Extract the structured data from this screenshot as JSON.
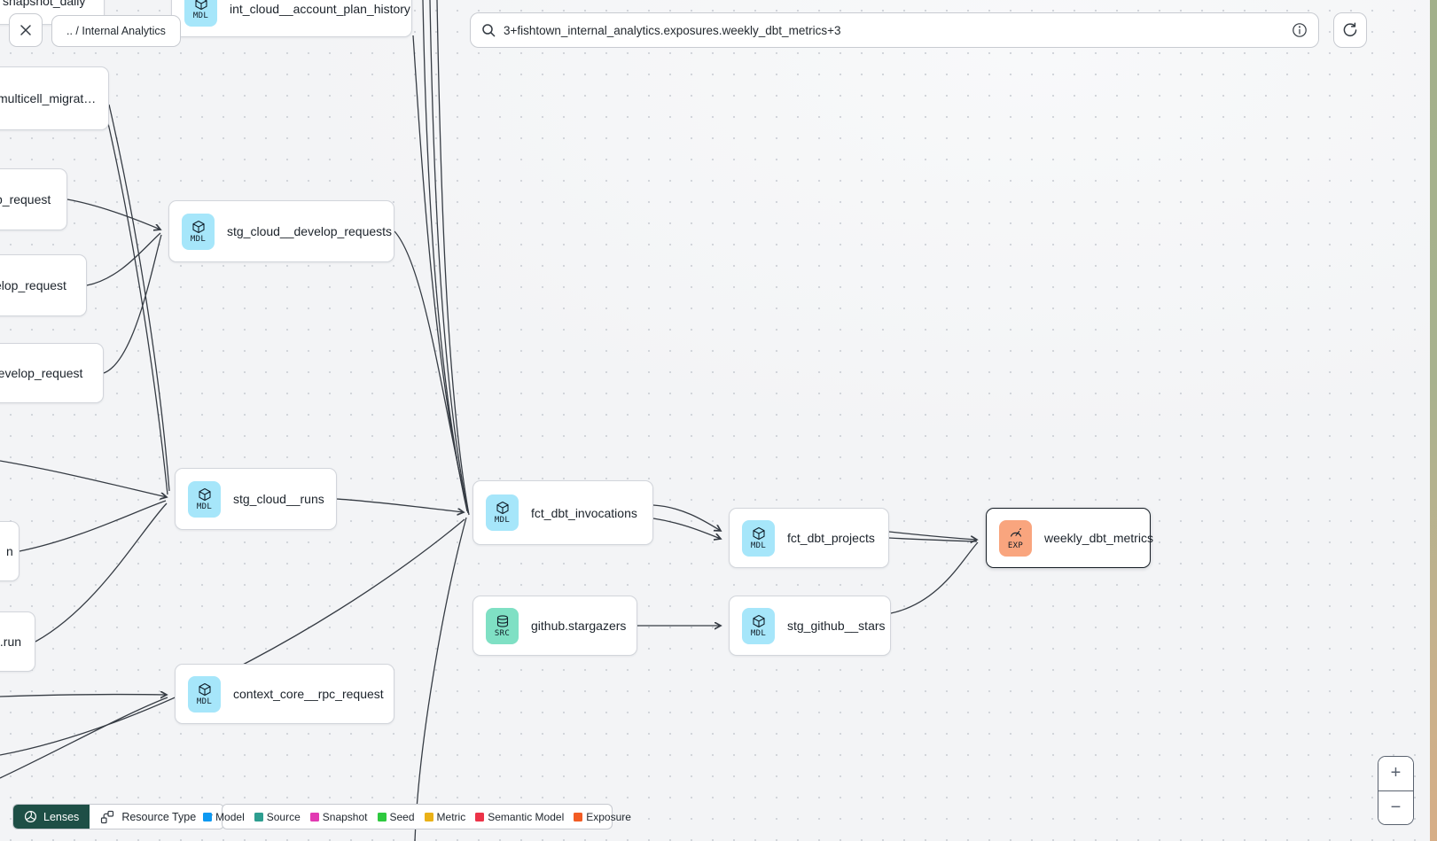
{
  "header": {
    "breadcrumb": ".. / Internal Analytics",
    "search_value": "3+fishtown_internal_analytics.exposures.weekly_dbt_metrics+3"
  },
  "graph": {
    "nodes": [
      {
        "label": "snapshot_daily",
        "badge": ""
      },
      {
        "label": "int_cloud__account_plan_history",
        "badge": "MDL"
      },
      {
        "label": "multicell_migrat…",
        "badge": ""
      },
      {
        "label": "p_request",
        "badge": ""
      },
      {
        "label": "velop_request",
        "badge": ""
      },
      {
        "label": ".develop_request",
        "badge": ""
      },
      {
        "label": "stg_cloud__develop_requests",
        "badge": "MDL"
      },
      {
        "label": "stg_cloud__runs",
        "badge": "MDL"
      },
      {
        "label": "n",
        "badge": ""
      },
      {
        "label": "t.run",
        "badge": ""
      },
      {
        "label": "fct_dbt_invocations",
        "badge": "MDL"
      },
      {
        "label": "github.stargazers",
        "badge": "SRC"
      },
      {
        "label": "fct_dbt_projects",
        "badge": "MDL"
      },
      {
        "label": "stg_github__stars",
        "badge": "MDL"
      },
      {
        "label": "weekly_dbt_metrics",
        "badge": "EXP",
        "selected": true
      },
      {
        "label": "context_core__rpc_request",
        "badge": "MDL"
      }
    ]
  },
  "toolbar": {
    "lenses_label": "Lenses",
    "resource_type_label": "Resource Type"
  },
  "legend": {
    "items": [
      {
        "label": "Model",
        "color": "#0d99f2"
      },
      {
        "label": "Source",
        "color": "#2e9e90"
      },
      {
        "label": "Snapshot",
        "color": "#e23ab2"
      },
      {
        "label": "Seed",
        "color": "#2ec93f"
      },
      {
        "label": "Metric",
        "color": "#eab117"
      },
      {
        "label": "Semantic Model",
        "color": "#ec3348"
      },
      {
        "label": "Exposure",
        "color": "#f25c24"
      }
    ]
  },
  "zoom_controls": {
    "zoom_in_label": "+",
    "zoom_out_label": "−"
  },
  "colors": {
    "model_badge": "#a6e6fa",
    "source_badge": "#7fe0c4",
    "exposure_badge": "#f9a57e",
    "lenses_button": "#1e4f46"
  }
}
